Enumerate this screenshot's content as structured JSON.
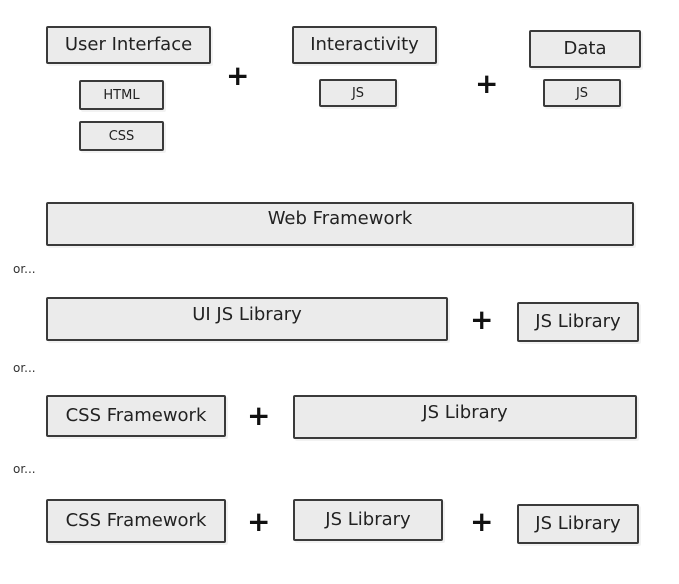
{
  "row1": {
    "user_interface": "User Interface",
    "html": "HTML",
    "css": "CSS",
    "interactivity": "Interactivity",
    "interactivity_js": "JS",
    "data": "Data",
    "data_js": "JS",
    "plus": "+"
  },
  "web_framework": "Web Framework",
  "or_label": "or...",
  "row3": {
    "ui_js_library": "UI JS Library",
    "js_library": "JS Library",
    "plus": "+"
  },
  "row4": {
    "css_framework": "CSS Framework",
    "js_library": "JS Library",
    "plus": "+"
  },
  "row5": {
    "css_framework": "CSS Framework",
    "js_library_1": "JS Library",
    "js_library_2": "JS Library",
    "plus": "+"
  }
}
